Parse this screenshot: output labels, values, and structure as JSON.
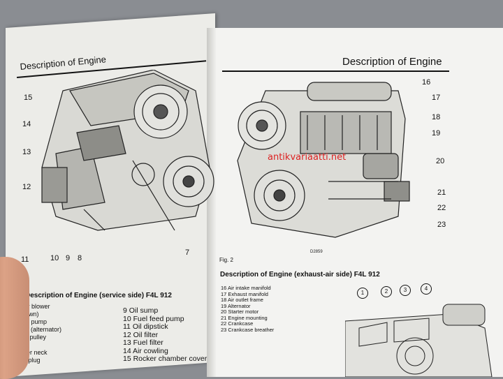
{
  "left_page": {
    "header": "Description of Engine",
    "callouts": [
      "15",
      "14",
      "13",
      "12",
      "11",
      "10",
      "9",
      "8",
      "7"
    ],
    "section_title": "Description of Engine (service side) F4L 912",
    "list_col1": [
      "ing air blower",
      "lt (drawn)",
      "ection pump",
      "pulley (alternator)",
      "n belt pulley",
      "pulley",
      "oil filler neck",
      "drain plug"
    ],
    "list_col2": [
      "9 Oil sump",
      "10 Fuel feed pump",
      "11 Oil dipstick",
      "12 Oil filter",
      "13 Fuel filter",
      "14 Air cowling",
      "15 Rocker chamber cover"
    ]
  },
  "right_page": {
    "header": "Description of Engine",
    "callouts": [
      "16",
      "17",
      "18",
      "19",
      "20",
      "21",
      "22",
      "23"
    ],
    "fig_label": "Fig. 2",
    "drawing_code": "D2859",
    "section_title": "Description of Engine (exhaust-air side) F4L 912",
    "list": [
      "16 Air intake manifold",
      "17 Exhaust manifold",
      "18 Air outlet frame",
      "19 Alternator",
      "20 Starter motor",
      "21 Engine mounting",
      "22 Crankcase",
      "23 Crankcase breather"
    ],
    "circled": [
      "1",
      "2",
      "3",
      "4"
    ]
  },
  "watermark": "antikvariaatti.net"
}
